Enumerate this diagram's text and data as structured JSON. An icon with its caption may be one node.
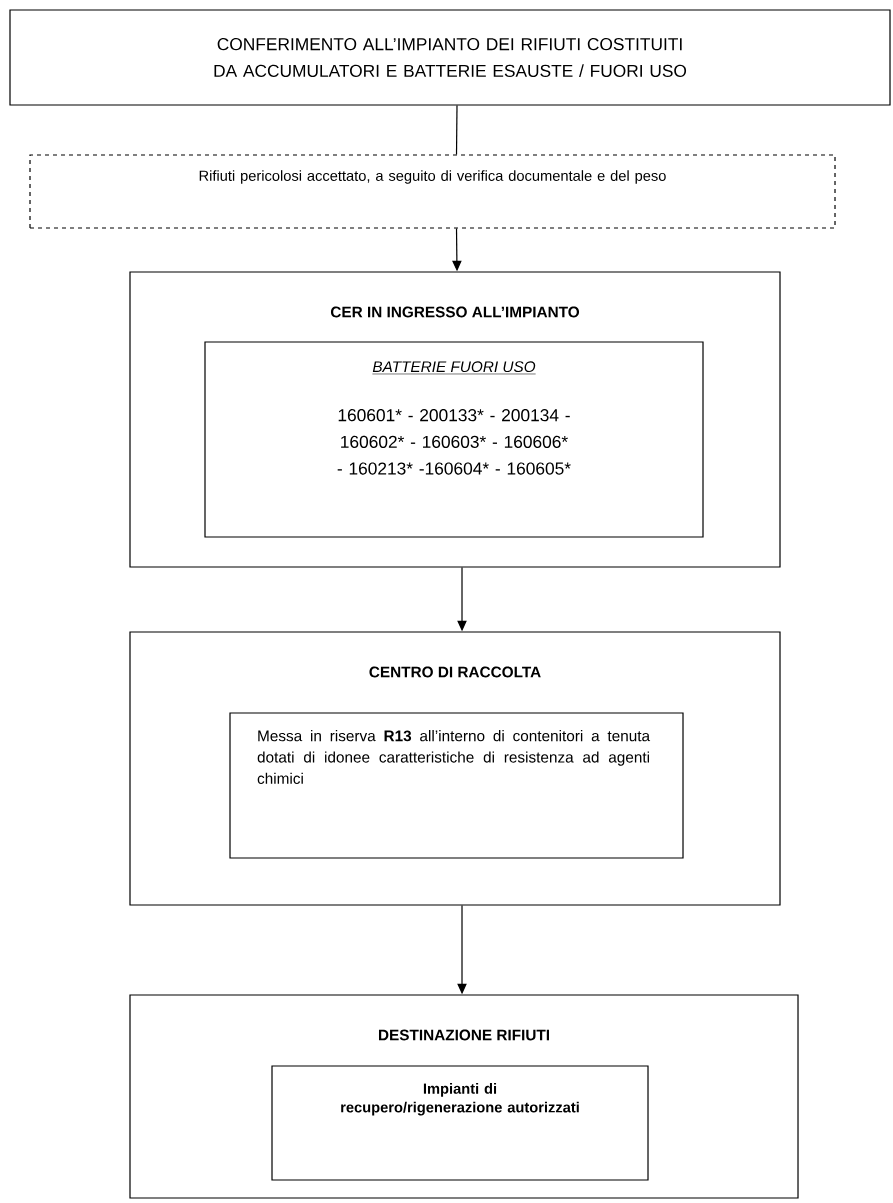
{
  "diagram": {
    "nodes": [
      {
        "text": [
          "CONFERIMENTO ALL’IMPIANTO DEI RIFIUTI COSTITUITI DA ACCUMULATORI E BATTERIE ESAUSTE / FUORI USO"
        ]
      },
      {
        "text": [
          "Rifiuti pericolosi accettato, a seguito di verifica documentale e del peso"
        ]
      },
      {
        "text": [
          "CER IN INGRESSO ALL’IMPIANTO"
        ]
      },
      {
        "text": [
          "BATTERIE FUORI USO",
          "160601* - 200133* - 200134 - 160602* - 160603* - 160606* - 160213* -160604* - 160605*"
        ],
        "in": 2
      },
      {
        "text": [
          "CENTRO DI RACCOLTA"
        ]
      },
      {
        "text": [
          "Messa in riserva **R13** all’interno di contenitori a tenuta dotati di idonee caratteristiche di resistenza ad agenti chimici"
        ],
        "in": 4
      },
      {
        "text": [
          "DESTINAZIONE RIFIUTI"
        ]
      },
      {
        "text": [
          "Impianti di recupero/rigenerazione autorizzati"
        ],
        "in": 6
      }
    ],
    "edges": [
      {
        "from": 0,
        "to": 1,
        "arrow": "none"
      },
      {
        "from": 1,
        "to": 2,
        "arrow": "to"
      },
      {
        "from": 2,
        "to": 4,
        "arrow": "to"
      },
      {
        "from": 4,
        "to": 6,
        "arrow": "to"
      }
    ]
  }
}
